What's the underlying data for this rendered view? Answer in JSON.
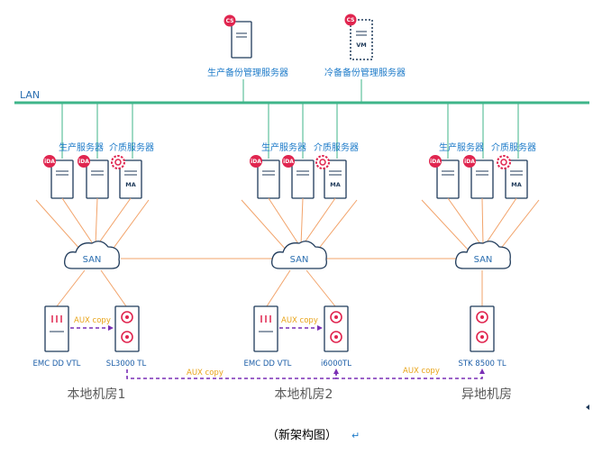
{
  "top_servers": {
    "backup_manager": {
      "label": "生产备份管理服务器",
      "badge": "CS"
    },
    "cold_backup_manager": {
      "label": "冷备备份管理服务器",
      "badge": "CS",
      "vm": "VM"
    }
  },
  "lan_label": "LAN",
  "rooms": [
    {
      "production_label": "生产服务器",
      "media_label": "介质服务器",
      "ida_badge": "iDA",
      "ma_label": "MA",
      "san_label": "SAN",
      "dd_label": "EMC DD  VTL",
      "tape_label": "SL3000  TL",
      "aux_label": "AUX copy",
      "room_label": "本地机房1"
    },
    {
      "production_label": "生产服务器",
      "media_label": "介质服务器",
      "ida_badge": "iDA",
      "ma_label": "MA",
      "san_label": "SAN",
      "dd_label": "EMC DD  VTL",
      "tape_label": "i6000TL",
      "aux_label": "AUX copy",
      "room_label": "本地机房2"
    },
    {
      "production_label": "生产服务器",
      "media_label": "介质服务器",
      "ida_badge": "iDA",
      "ma_label": "MA",
      "san_label": "SAN",
      "tape_label": "STK  8500  TL",
      "room_label": "异地机房"
    }
  ],
  "aux_links": [
    "AUX copy",
    "AUX copy"
  ],
  "caption": "（新架构图）",
  "return_mark": "↵",
  "colors": {
    "lan": "#3fb58a",
    "san_link": "#f2a36a",
    "aux": "#7a2fb5",
    "badge": "#e0254f",
    "aux_text": "#e8a317"
  }
}
